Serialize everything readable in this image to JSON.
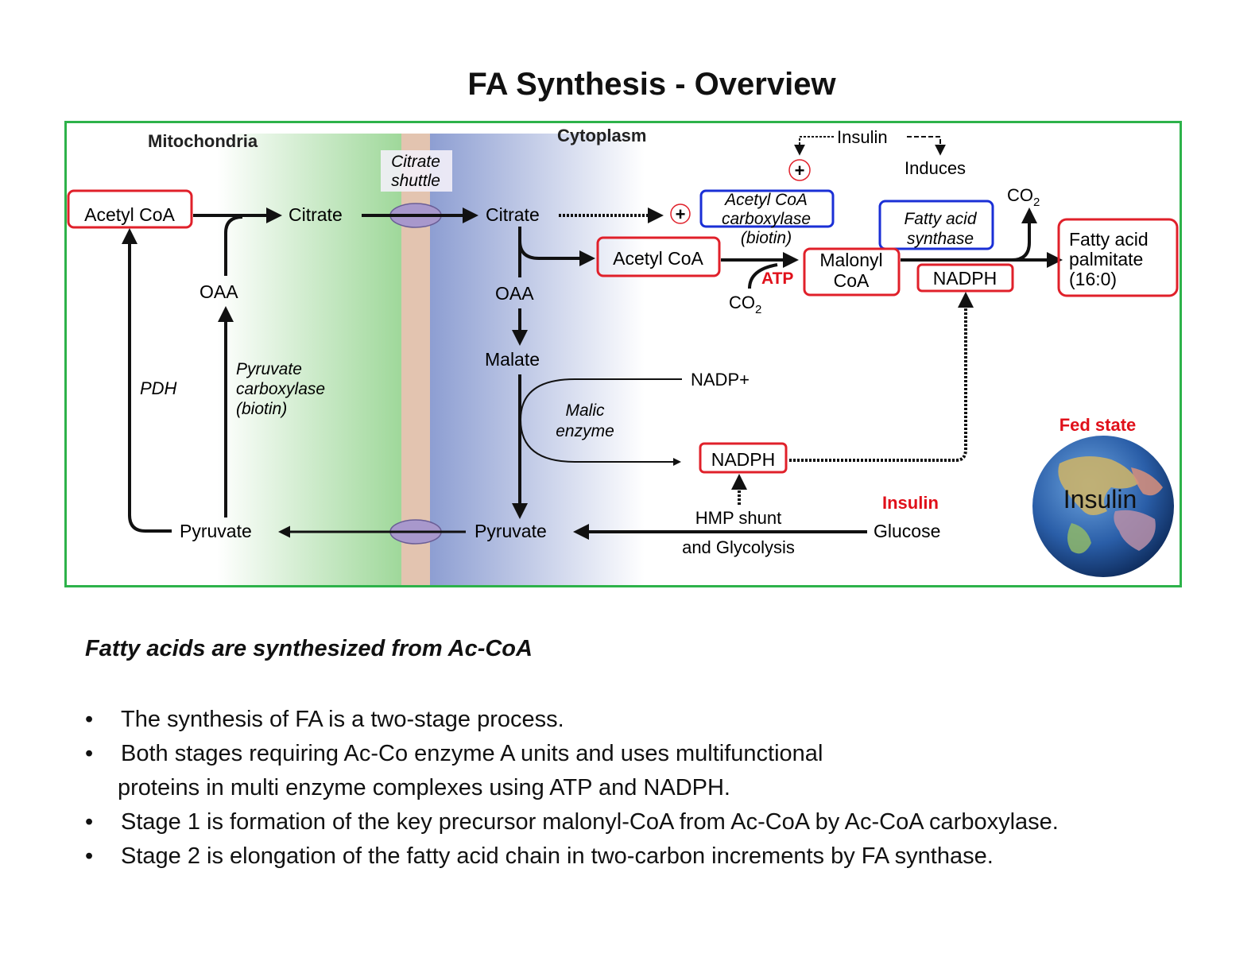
{
  "title": "FA Synthesis - Overview",
  "diagram": {
    "regions": {
      "mitochondria": "Mitochondria",
      "cytoplasm": "Cytoplasm"
    },
    "labels": {
      "acetyl_coa_mito": "Acetyl CoA",
      "citrate_mito": "Citrate",
      "citrate_shuttle_1": "Citrate",
      "citrate_shuttle_2": "shuttle",
      "citrate_cyto": "Citrate",
      "oaa_mito": "OAA",
      "oaa_cyto": "OAA",
      "pdh": "PDH",
      "pyr_carb_1": "Pyruvate",
      "pyr_carb_2": "carboxylase",
      "pyr_carb_3": "(biotin)",
      "acetyl_coa_cyto": "Acetyl CoA",
      "malate": "Malate",
      "malic_1": "Malic",
      "malic_2": "enzyme",
      "nadp_plus": "NADP+",
      "nadph_lower": "NADPH",
      "hmp_1": "HMP shunt",
      "hmp_2": "and Glycolysis",
      "pyruvate_mito": "Pyruvate",
      "pyruvate_cyto": "Pyruvate",
      "glucose": "Glucose",
      "insulin_red": "Insulin",
      "insulin_top": "Insulin",
      "induces": "Induces",
      "plus": "+",
      "acc_1": "Acetyl CoA",
      "acc_2": "carboxylase",
      "acc_3": "(biotin)",
      "fas_1": "Fatty acid",
      "fas_2": "synthase",
      "co2_top": "CO2",
      "co2_bottom": "CO2",
      "atp": "ATP",
      "malonyl_1": "Malonyl",
      "malonyl_2": "CoA",
      "nadph_upper": "NADPH",
      "fa_1": "Fatty acid",
      "fa_2": "palmitate",
      "fa_3": "(16:0)",
      "fed_state": "Fed state",
      "globe_insulin": "Insulin"
    },
    "colors": {
      "frame": "#2db24a",
      "red_box": "#e0202a",
      "blue_box": "#1a2fd6",
      "red_text": "#e0101a",
      "mito_green": "#9fd89a",
      "membrane": "#e3c4b0",
      "cyto_blue": "#8d9ed2",
      "channel": "#a898cc"
    }
  },
  "subtitle": "Fatty acids are synthesized from Ac-CoA",
  "bullets": [
    {
      "marker": "•",
      "text": "The synthesis of FA is a two-stage process."
    },
    {
      "marker": "•",
      "text": "Both stages requiring Ac-Co enzyme A units and uses multifunctional",
      "cont": "proteins in multi enzyme complexes using ATP and NADPH."
    },
    {
      "marker": "•",
      "text": "Stage 1 is formation of the key precursor malonyl-CoA from Ac-CoA by Ac-CoA carboxylase."
    },
    {
      "marker": "•",
      "text": "Stage 2 is elongation of the fatty acid chain in two-carbon increments by FA synthase."
    }
  ]
}
